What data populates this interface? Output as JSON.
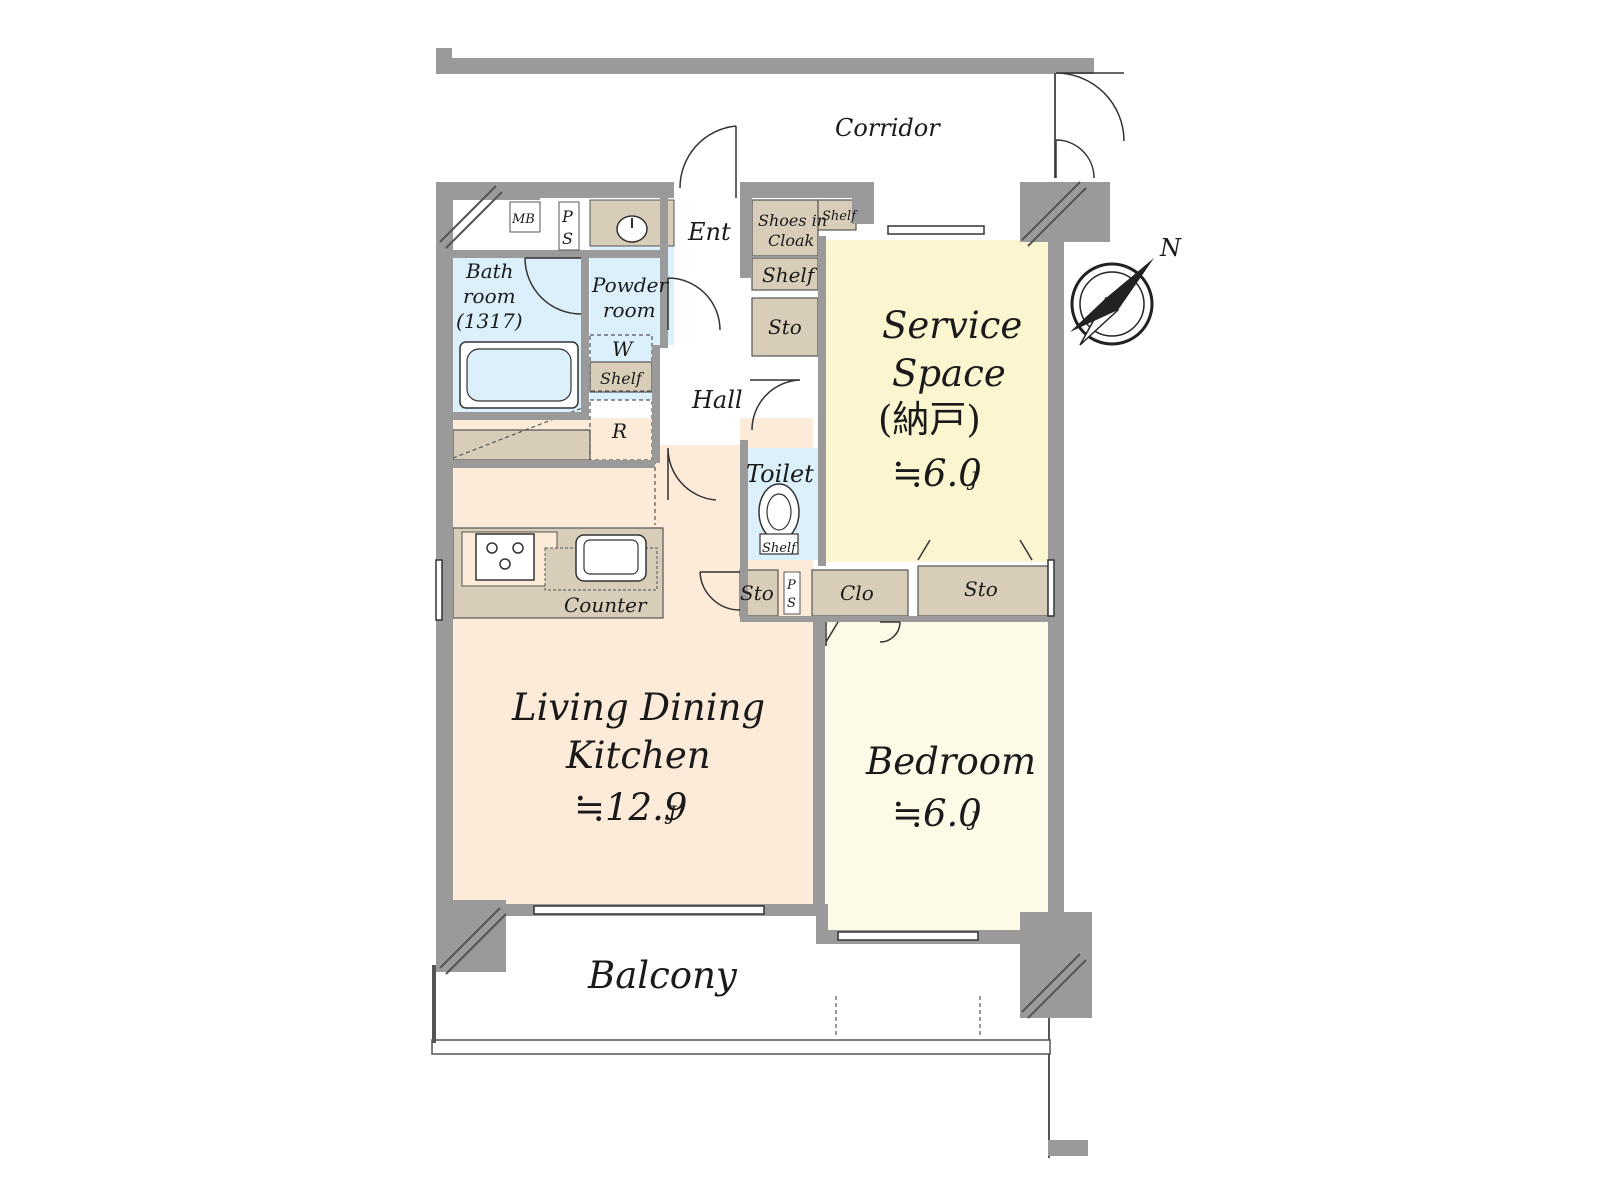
{
  "rooms": {
    "corridor": "Corridor",
    "mb": "MB",
    "ps": "P\nS",
    "entrance": "Ent",
    "shoes_in_cloak": "Shoes in\nCloak",
    "shelf": "Shelf",
    "bathroom": "Bath\nroom\n(1317)",
    "powder_room": "Powder\nroom",
    "washer": "W",
    "storage": "Sto",
    "hall": "Hall",
    "refrigerator": "R",
    "toilet": "Toilet",
    "counter": "Counter",
    "closet": "Clo",
    "balcony": "Balcony"
  },
  "service_space": {
    "name_line1": "Service",
    "name_line2": "Space",
    "name_jp": "(納戸)",
    "size": "≒6.0",
    "unit": "J"
  },
  "ldk": {
    "name_line1": "Living Dining",
    "name_line2": "Kitchen",
    "size": "≒12.9",
    "unit": "J"
  },
  "bedroom": {
    "name": "Bedroom",
    "size": "≒6.0",
    "unit": "J"
  },
  "compass": {
    "label": "N"
  },
  "colors": {
    "wall": "#9a9a9a",
    "service_space": "#fbf6d0",
    "bedroom": "#fdfbe7",
    "ldk": "#fcebd8",
    "wet_area": "#dbf0fb",
    "storage": "#d8cdb8"
  }
}
